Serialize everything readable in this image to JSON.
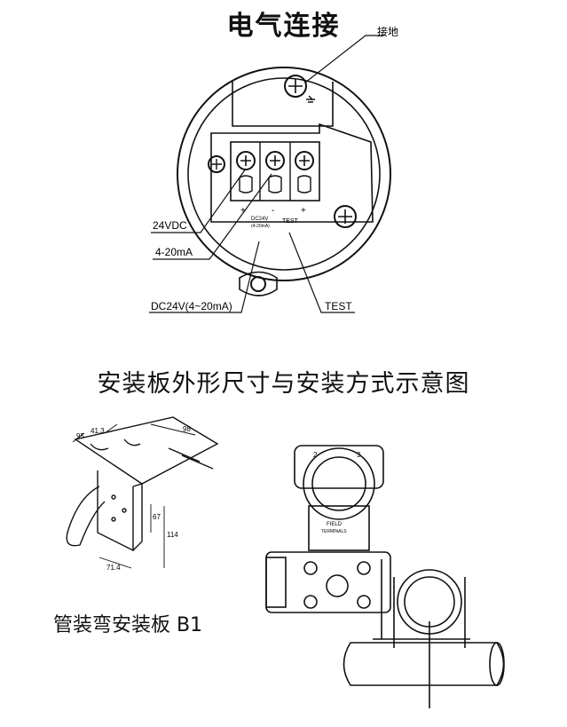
{
  "titles": {
    "electrical": "电气连接",
    "mounting": "安装板外形尺寸与安装方式示意图",
    "bracket_caption": "管装弯安装板 B1"
  },
  "electrical_labels": {
    "ground": "接地",
    "v24dc": "24VDC",
    "ma": "4-20mA",
    "dc24v_ma": "DC24V(4~20mA)",
    "test": "TEST",
    "terminal_dc": "DC24V",
    "terminal_ma": "(4-20mA)",
    "terminal_test": "TEST",
    "plus": "+",
    "minus": "-"
  },
  "bracket_dims": {
    "d95": "95",
    "d41_3": "41.3",
    "d98": "98",
    "d67": "67",
    "d114": "114",
    "d71_4": "71.4"
  },
  "transmitter_labels": {
    "num2": "2",
    "num3": "3",
    "field": "FIELD",
    "terminals": "TERMINALS"
  }
}
